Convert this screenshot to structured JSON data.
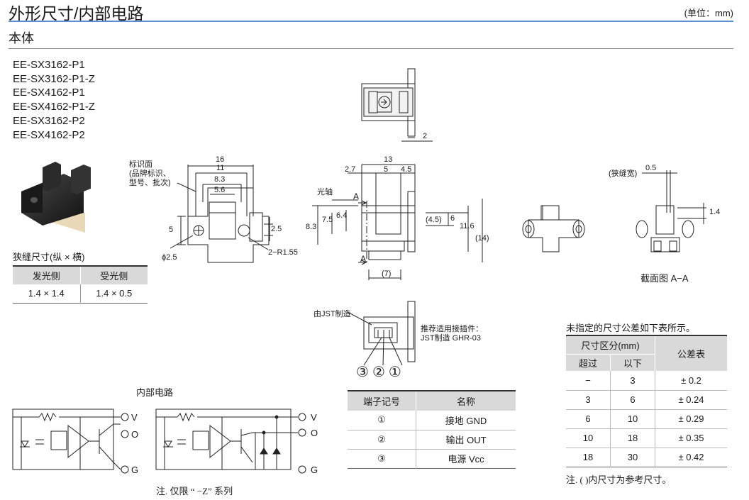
{
  "header": {
    "title": "外形尺寸/内部电路",
    "unit_note": "(单位：mm)"
  },
  "section": {
    "title": "本体"
  },
  "models": [
    "EE-SX3162-P1",
    "EE-SX3162-P1-Z",
    "EE-SX4162-P1",
    "EE-SX4162-P1-Z",
    "EE-SX3162-P2",
    "EE-SX4162-P2"
  ],
  "slit_table": {
    "caption": "狭缝尺寸(纵 × 横)",
    "headers": [
      "发光侧",
      "受光侧"
    ],
    "row": [
      "1.4 × 1.4",
      "1.4 × 0.5"
    ]
  },
  "drawing_labels": {
    "marking_surface": [
      "标识面",
      "(品牌标识、",
      "型号、批次)"
    ],
    "d16": "16",
    "d11": "11",
    "d8_3": "8.3",
    "d5_6": "5.6",
    "d5_left": "5",
    "d2_5_right": "2.5",
    "phi2_5": "ϕ2.5",
    "r1_55": "2−R1.55",
    "d2_top": "2",
    "d13": "13",
    "d2_7": "2.7",
    "d5_mid": "5",
    "d4_5": "4.5",
    "optical_axis": "光轴",
    "section_a": "A",
    "d8_3_side": "8.3",
    "d7_5": "7.5",
    "d6_4": "6.4",
    "d4_5_paren": "(4.5)",
    "d6": "6",
    "d11_6": "11.6",
    "d14_paren": "(14)",
    "d7_paren": "(7)",
    "slit_width": "(狭缝宽)",
    "d0_5": "0.5",
    "d1_4": "1.4",
    "section_caption": "截面图 A−A",
    "jst_made": "由JST制造",
    "connector_note": [
      "推荐适用接插件：",
      "JST制造 GHR-03"
    ],
    "pins": [
      "③",
      "②",
      "①"
    ]
  },
  "circuit": {
    "title": "内部电路",
    "pins": [
      "V",
      "O",
      "G"
    ],
    "note": "注. 仅限 “ −Z” 系列"
  },
  "terminal_table": {
    "headers": [
      "端子记号",
      "名称"
    ],
    "rows": [
      [
        "①",
        "接地 GND"
      ],
      [
        "②",
        "输出 OUT"
      ],
      [
        "③",
        "电源 Vcc"
      ]
    ]
  },
  "tolerance": {
    "caption": "未指定的尺寸公差如下表所示。",
    "header_group": "尺寸区分(mm)",
    "header_over": "超过",
    "header_under": "以下",
    "header_tol": "公差表",
    "rows": [
      [
        "−",
        "3",
        "± 0.2"
      ],
      [
        "3",
        "6",
        "± 0.24"
      ],
      [
        "6",
        "10",
        "± 0.29"
      ],
      [
        "10",
        "18",
        "± 0.35"
      ],
      [
        "18",
        "30",
        "± 0.42"
      ]
    ],
    "note": "注. (   )内尺寸为参考尺寸。"
  },
  "colors": {
    "accent_rule": "#5a8fd0",
    "header_fill": "#d9d9d9",
    "body_black": "#222222"
  }
}
